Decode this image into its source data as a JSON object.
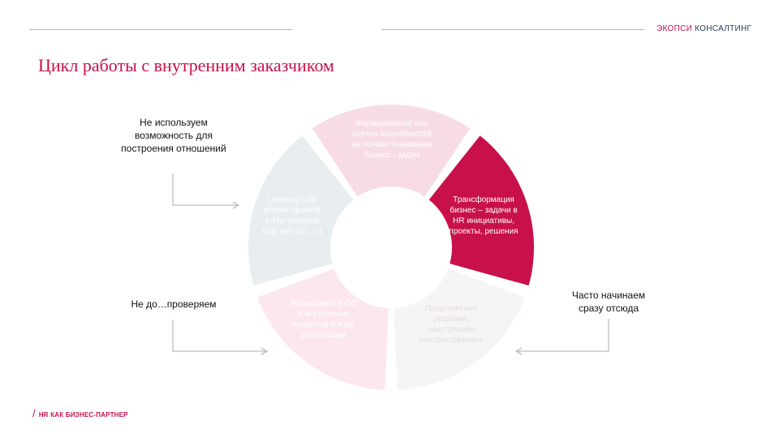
{
  "header": {
    "brand_part1": "ЭКОПСИ",
    "brand_part2": "КОНСАЛТИНГ"
  },
  "title": "Цикл работы с внутренним заказчиком",
  "cycle": {
    "segments": [
      {
        "label": "Формирование или снятие потребностей на основе понимания бизнес - задач",
        "fill": "#f7dce4",
        "text_color": "#ffffff"
      },
      {
        "label": "Трансформация бизнес – задачи в HR инициативы, проекты, решения",
        "fill": "#c8104a",
        "text_color": "#ffffff"
      },
      {
        "label": "Предложение решения, «внутреннее контрактование»",
        "fill": "#f7f4f5",
        "text_color": "#e2dde0"
      },
      {
        "label": "Мониторинг и ОС с внутренним клиентом в ходе реализации",
        "fill": "#fbe7ec",
        "text_color": "#ffffff"
      },
      {
        "label": "Learning’s по итогам проекта («Мы увидели еще вот это…»)",
        "fill": "#e8edf0",
        "text_color": "#ffffff"
      }
    ]
  },
  "notes": {
    "top_left": "Не используем возможность для построения отношений",
    "bottom_left": "Не до…проверяем",
    "right": "Часто начинаем сразу отсюда"
  },
  "footer": {
    "text": "HR КАК БИЗНЕС-ПАРТНЕР"
  },
  "colors": {
    "accent": "#c8104a",
    "brand_dark": "#1f3b5c",
    "arrow": "#bdbdbd"
  }
}
